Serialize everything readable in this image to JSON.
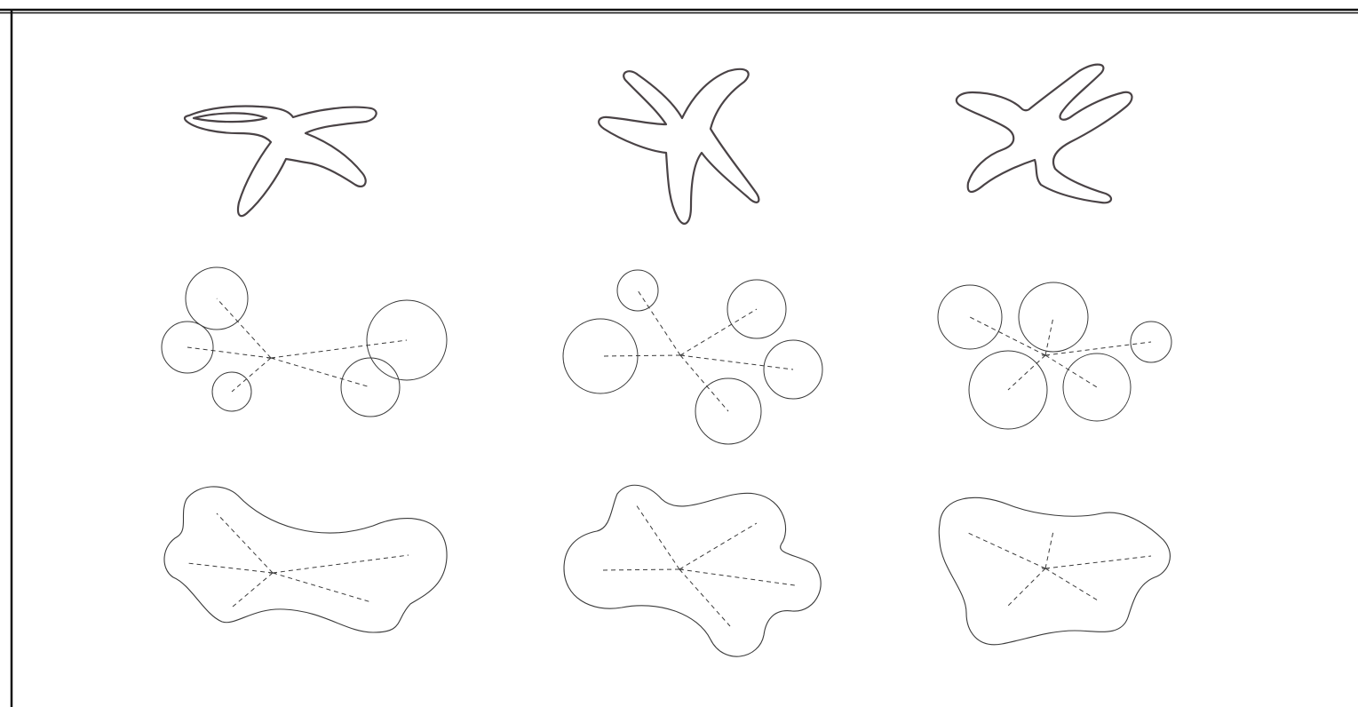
{
  "figure": {
    "rows": [
      "shape-outline",
      "circle-decomposition",
      "smoothed-blob"
    ],
    "columns": 3,
    "colors": {
      "outline": "#4a4346",
      "line": "#3a3a3a",
      "frame": "#111111",
      "background": "#ffffff"
    }
  }
}
